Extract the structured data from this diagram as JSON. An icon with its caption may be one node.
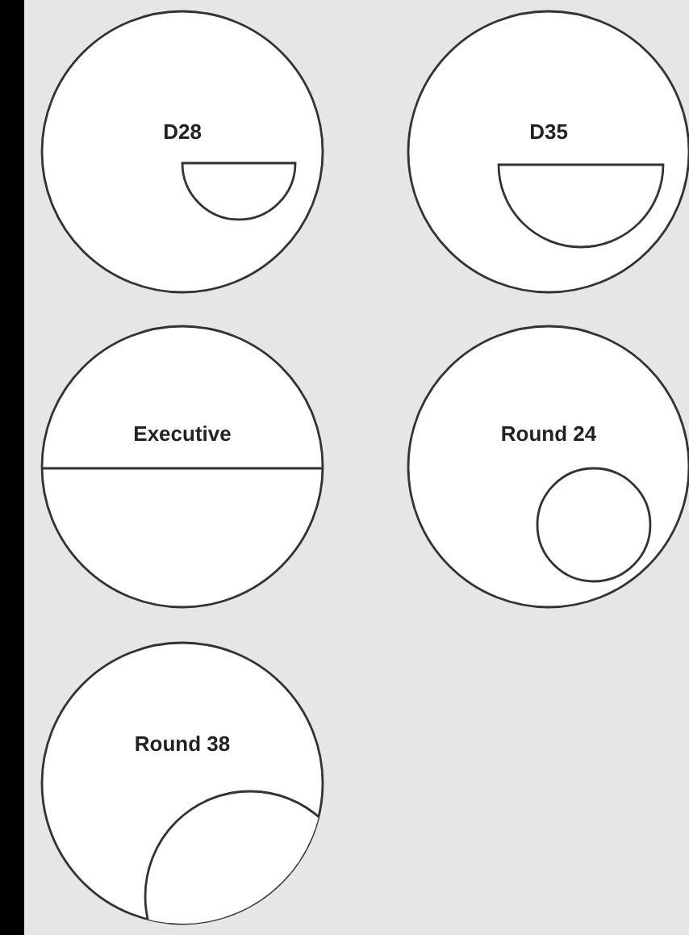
{
  "diagram": {
    "nodes": [
      {
        "text": [
          "D28"
        ]
      },
      {
        "text": [
          "D35"
        ]
      },
      {
        "text": [
          "Executive"
        ]
      },
      {
        "text": [
          "Round 24"
        ]
      },
      {
        "text": [
          "Round 38"
        ]
      }
    ]
  }
}
